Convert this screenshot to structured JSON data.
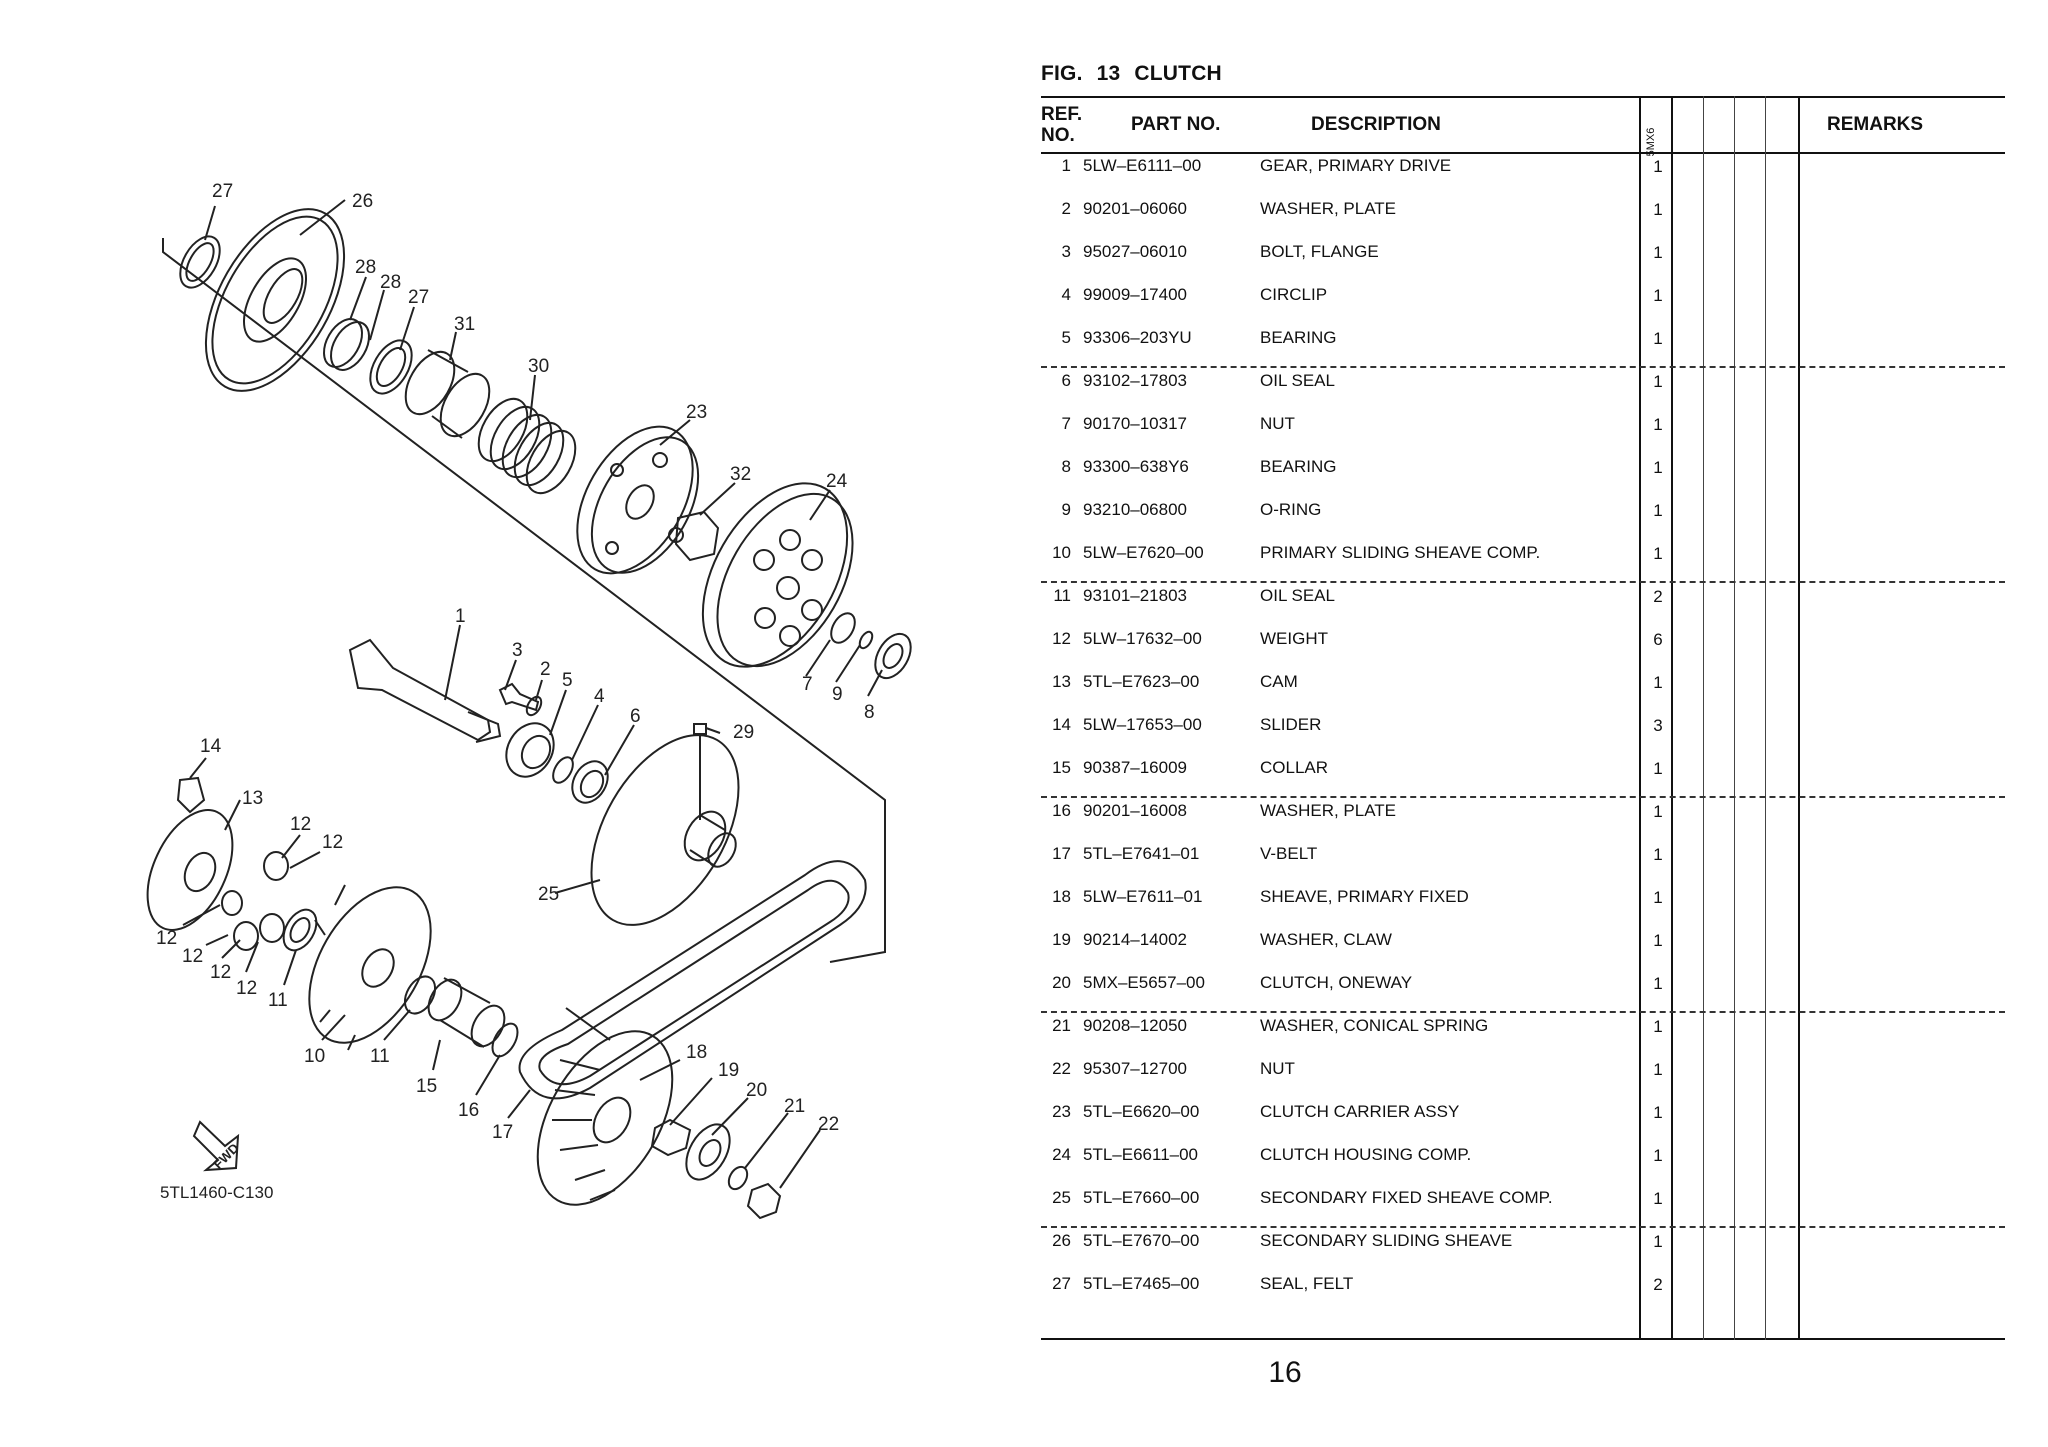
{
  "figure": {
    "label": "FIG.",
    "number": "13",
    "title": "CLUTCH"
  },
  "table": {
    "headers": {
      "ref_no": "REF. NO.",
      "part_no": "PART NO.",
      "description": "DESCRIPTION",
      "model": "5MX6",
      "remarks": "REMARKS"
    },
    "rows": [
      {
        "ref": "1",
        "part_no": "5LW–E6111–00",
        "description": "GEAR, PRIMARY DRIVE",
        "qty": "1"
      },
      {
        "ref": "2",
        "part_no": "90201–06060",
        "description": "WASHER, PLATE",
        "qty": "1"
      },
      {
        "ref": "3",
        "part_no": "95027–06010",
        "description": "BOLT, FLANGE",
        "qty": "1"
      },
      {
        "ref": "4",
        "part_no": "99009–17400",
        "description": "CIRCLIP",
        "qty": "1"
      },
      {
        "ref": "5",
        "part_no": "93306–203YU",
        "description": "BEARING",
        "qty": "1"
      },
      {
        "ref": "6",
        "part_no": "93102–17803",
        "description": "OIL SEAL",
        "qty": "1"
      },
      {
        "ref": "7",
        "part_no": "90170–10317",
        "description": "NUT",
        "qty": "1"
      },
      {
        "ref": "8",
        "part_no": "93300–638Y6",
        "description": "BEARING",
        "qty": "1"
      },
      {
        "ref": "9",
        "part_no": "93210–06800",
        "description": "O-RING",
        "qty": "1"
      },
      {
        "ref": "10",
        "part_no": "5LW–E7620–00",
        "description": "PRIMARY SLIDING SHEAVE COMP.",
        "qty": "1"
      },
      {
        "ref": "11",
        "part_no": "93101–21803",
        "description": "OIL SEAL",
        "qty": "2"
      },
      {
        "ref": "12",
        "part_no": "5LW–17632–00",
        "description": "WEIGHT",
        "qty": "6"
      },
      {
        "ref": "13",
        "part_no": "5TL–E7623–00",
        "description": "CAM",
        "qty": "1"
      },
      {
        "ref": "14",
        "part_no": "5LW–17653–00",
        "description": "SLIDER",
        "qty": "3"
      },
      {
        "ref": "15",
        "part_no": "90387–16009",
        "description": "COLLAR",
        "qty": "1"
      },
      {
        "ref": "16",
        "part_no": "90201–16008",
        "description": "WASHER, PLATE",
        "qty": "1"
      },
      {
        "ref": "17",
        "part_no": "5TL–E7641–01",
        "description": "V-BELT",
        "qty": "1"
      },
      {
        "ref": "18",
        "part_no": "5LW–E7611–01",
        "description": "SHEAVE, PRIMARY FIXED",
        "qty": "1"
      },
      {
        "ref": "19",
        "part_no": "90214–14002",
        "description": "WASHER, CLAW",
        "qty": "1"
      },
      {
        "ref": "20",
        "part_no": "5MX–E5657–00",
        "description": "CLUTCH, ONEWAY",
        "qty": "1"
      },
      {
        "ref": "21",
        "part_no": "90208–12050",
        "description": "WASHER, CONICAL SPRING",
        "qty": "1"
      },
      {
        "ref": "22",
        "part_no": "95307–12700",
        "description": "NUT",
        "qty": "1"
      },
      {
        "ref": "23",
        "part_no": "5TL–E6620–00",
        "description": "CLUTCH CARRIER ASSY",
        "qty": "1"
      },
      {
        "ref": "24",
        "part_no": "5TL–E6611–00",
        "description": "CLUTCH HOUSING COMP.",
        "qty": "1"
      },
      {
        "ref": "25",
        "part_no": "5TL–E7660–00",
        "description": "SECONDARY FIXED SHEAVE COMP.",
        "qty": "1"
      },
      {
        "ref": "26",
        "part_no": "5TL–E7670–00",
        "description": "SECONDARY SLIDING SHEAVE",
        "qty": "1"
      },
      {
        "ref": "27",
        "part_no": "5TL–E7465–00",
        "description": "SEAL, FELT",
        "qty": "2"
      }
    ]
  },
  "diagram": {
    "code": "5TL1460-C130",
    "fwd_label": "FWD",
    "callouts": [
      "27",
      "26",
      "28",
      "28",
      "27",
      "31",
      "30",
      "23",
      "32",
      "24",
      "1",
      "3",
      "2",
      "5",
      "4",
      "6",
      "29",
      "7",
      "9",
      "8",
      "14",
      "13",
      "12",
      "12",
      "12",
      "12",
      "12",
      "12",
      "11",
      "10",
      "11",
      "15",
      "16",
      "17",
      "25",
      "18",
      "19",
      "20",
      "21",
      "22"
    ]
  },
  "page_number": "16"
}
